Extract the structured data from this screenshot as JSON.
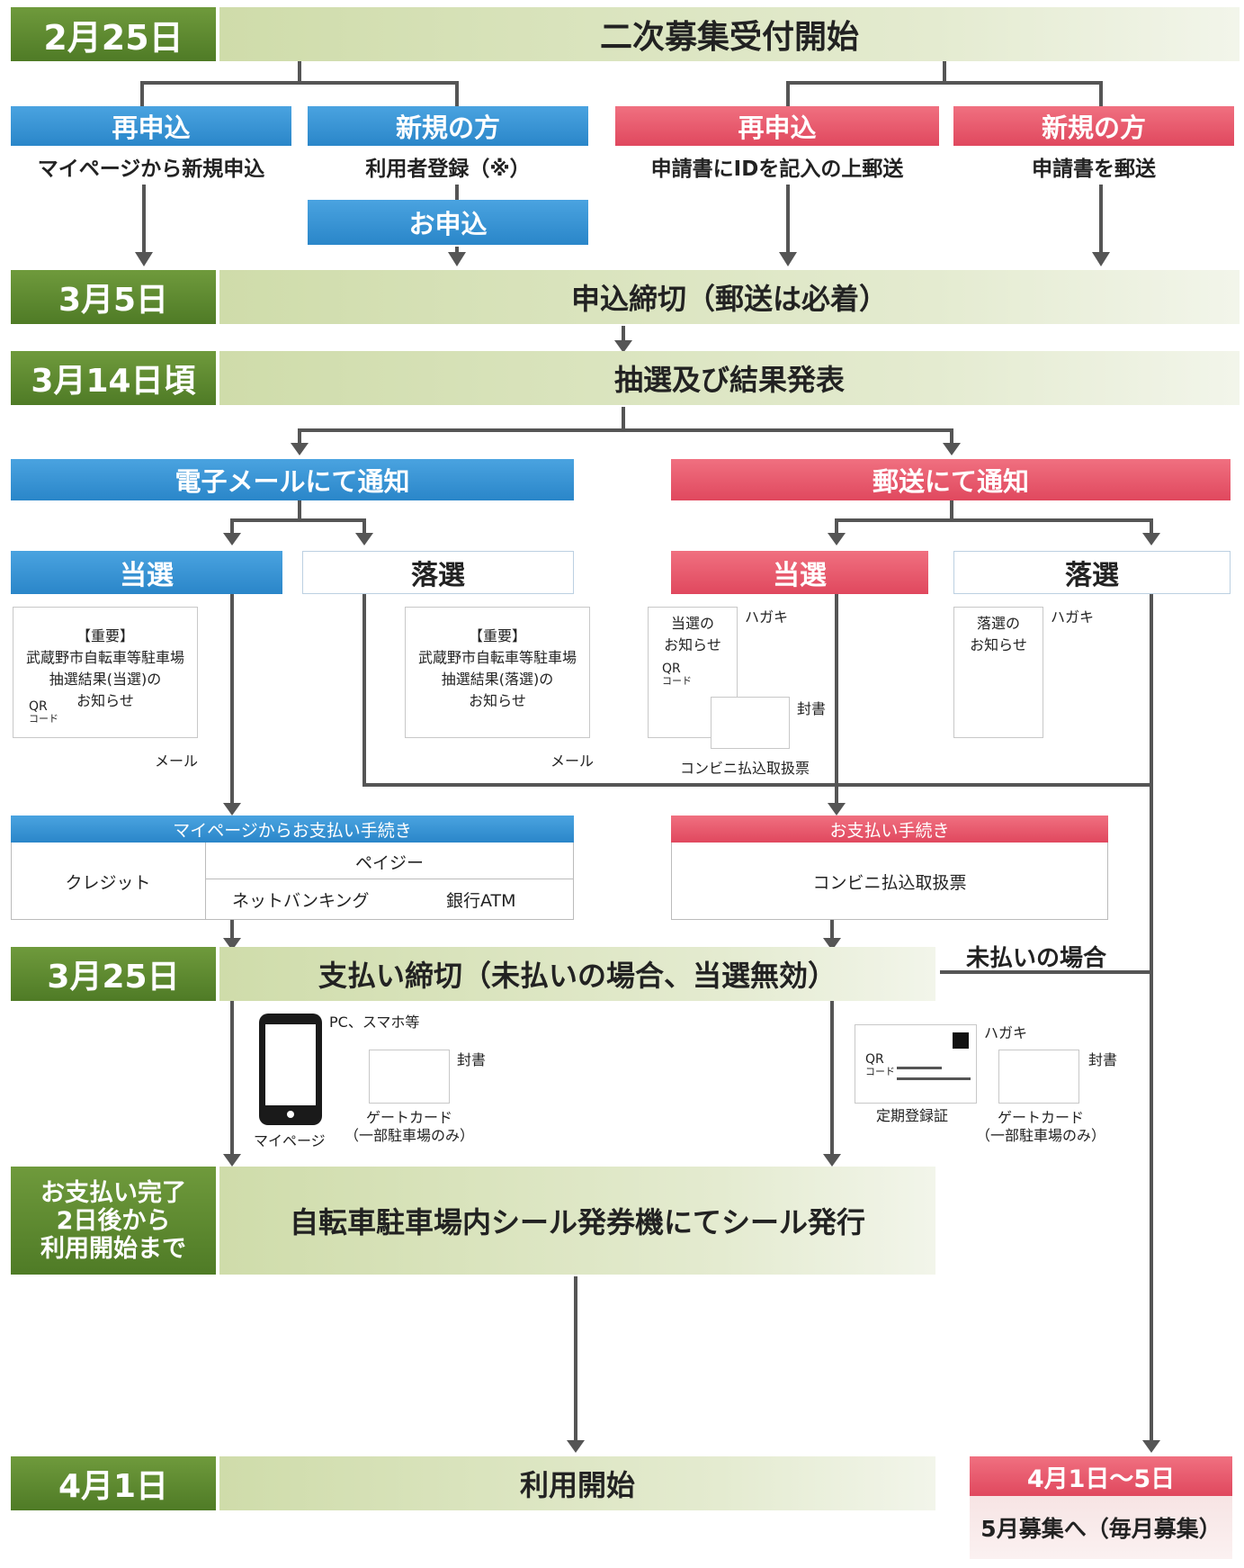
{
  "rows": {
    "row1": {
      "date": "2月25日",
      "title": "二次募集受付開始"
    },
    "row2": {
      "date": "3月5日",
      "title": "申込締切（郵送は必着）"
    },
    "row3": {
      "date": "3月14日頃",
      "title": "抽選及び結果発表"
    },
    "row4": {
      "date": "3月25日",
      "title": "支払い締切（未払いの場合、当選無効）"
    },
    "row5": {
      "date_lines": [
        "お支払い完了",
        "2日後から",
        "利用開始まで"
      ],
      "title": "自転車駐車場内シール発券機にてシール発行"
    },
    "row6": {
      "date": "4月1日",
      "title": "利用開始"
    }
  },
  "apply": {
    "web_reapply": {
      "label": "再申込",
      "desc": "マイページから新規申込"
    },
    "web_new": {
      "label": "新規の方",
      "desc": "利用者登録（※）",
      "next": "お申込"
    },
    "mail_reapply": {
      "label": "再申込",
      "desc": "申請書にIDを記入の上郵送"
    },
    "mail_new": {
      "label": "新規の方",
      "desc": "申請書を郵送"
    }
  },
  "notify": {
    "email": {
      "title": "電子メールにて通知",
      "won": "当選",
      "lost": "落選",
      "won_doc": [
        "【重要】",
        "武蔵野市自転車等駐車場",
        "抽選結果(当選)の",
        "お知らせ"
      ],
      "lost_doc": [
        "【重要】",
        "武蔵野市自転車等駐車場",
        "抽選結果(落選)の",
        "お知らせ"
      ],
      "qr": [
        "QR",
        "コード"
      ],
      "mail_label": "メール"
    },
    "post": {
      "title": "郵送にて通知",
      "won": "当選",
      "lost": "落選",
      "won_doc": [
        "当選の",
        "お知らせ"
      ],
      "lost_doc": [
        "落選の",
        "お知らせ"
      ],
      "postcard": "ハガキ",
      "envelope": "封書",
      "qr": [
        "QR",
        "コード"
      ],
      "slip": "コンビニ払込取扱票"
    }
  },
  "payment": {
    "web": {
      "title": "マイページからお支払い手続き",
      "credit": "クレジット",
      "payeasy": "ペイジー",
      "netbanking": "ネットバンキング",
      "atm": "銀行ATM"
    },
    "post": {
      "title": "お支払い手続き",
      "slip": "コンビニ払込取扱票"
    },
    "unpaid": "未払いの場合"
  },
  "issue": {
    "web": {
      "pc": "PC、スマホ等",
      "mypage": "マイページ",
      "envelope": "封書",
      "gate": [
        "ゲートカード",
        "（一部駐車場のみ）"
      ]
    },
    "post": {
      "postcard": "ハガキ",
      "envelope": "封書",
      "qr": [
        "QR",
        "コード"
      ],
      "cert": "定期登録証",
      "gate": [
        "ゲートカード",
        "（一部駐車場のみ）"
      ]
    }
  },
  "final": {
    "date": "4月1日～5日",
    "text": "5月募集へ（毎月募集）"
  },
  "colors": {
    "green": "#4f7b26",
    "blue": "#2a86c9",
    "red": "#e0485e",
    "band": "#dbe5c2"
  }
}
